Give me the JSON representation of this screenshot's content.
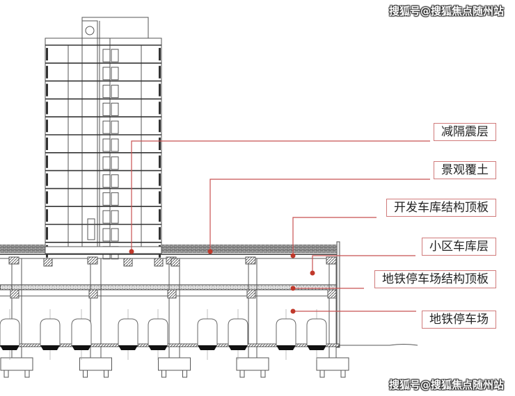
{
  "watermark": "搜狐号@搜狐焦点随州站",
  "labels": [
    {
      "id": "isolation",
      "text": "减隔震层"
    },
    {
      "id": "landscape",
      "text": "景观覆土"
    },
    {
      "id": "garage-roof",
      "text": "开发车库结构顶板"
    },
    {
      "id": "garage",
      "text": "小区车库层"
    },
    {
      "id": "depot-roof",
      "text": "地铁停车场结构顶板"
    },
    {
      "id": "depot",
      "text": "地铁停车场"
    }
  ],
  "colors": {
    "accent": "#c0392b",
    "line": "#555555",
    "leader": "#c85050"
  }
}
